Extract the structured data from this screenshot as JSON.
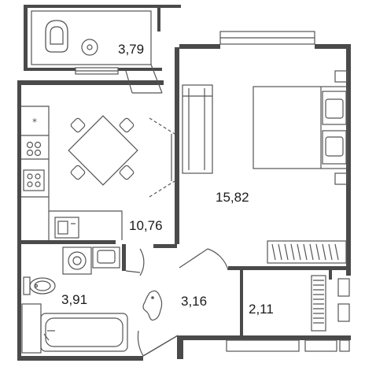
{
  "rooms": {
    "balcony": {
      "area": "3,79"
    },
    "kitchen": {
      "area": "10,76"
    },
    "bedroom": {
      "area": "15,82"
    },
    "bathroom": {
      "area": "3,91"
    },
    "hallway": {
      "area": "3,16"
    },
    "storage": {
      "area": "2,11"
    }
  },
  "colors": {
    "wall": "#4a4a4a",
    "line": "#555555",
    "accent": "#4a4a4a"
  }
}
